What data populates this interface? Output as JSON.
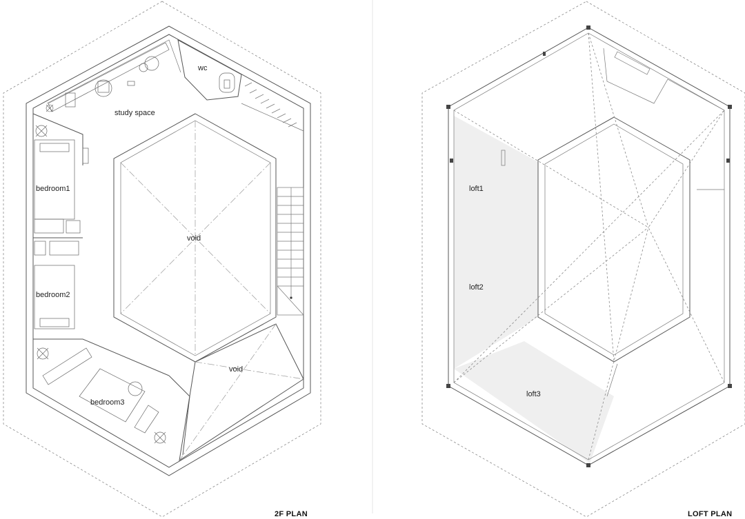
{
  "plans": {
    "left": {
      "title": "2F PLAN",
      "rooms": {
        "wc": "wc",
        "study": "study space",
        "bedroom1": "bedroom1",
        "bedroom2": "bedroom2",
        "bedroom3": "bedroom3",
        "void_center": "void",
        "void_lower": "void"
      }
    },
    "right": {
      "title": "LOFT PLAN",
      "rooms": {
        "loft1": "loft1",
        "loft2": "loft2",
        "loft3": "loft3"
      }
    }
  },
  "colors": {
    "line": "#555555",
    "dashed_outline": "#888888",
    "shaded_loft": "#efefef"
  }
}
